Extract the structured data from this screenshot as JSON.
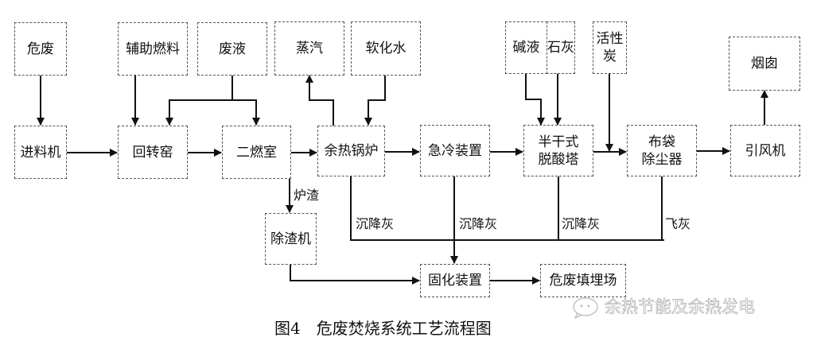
{
  "figure": {
    "caption": "图4　危废焚烧系统工艺流程图",
    "watermark": "余热节能及余热发电",
    "watermark_icon": "wechat-chat-bubble-icon"
  },
  "nodes": {
    "hazardous_waste": "危废",
    "aux_fuel": "辅助燃料",
    "waste_liquid": "废液",
    "steam": "蒸汽",
    "softened_water": "软化水",
    "lye": "碱液",
    "lime": "石灰",
    "activated_carbon": "活性\n炭",
    "chimney": "烟囱",
    "feeder": "进料机",
    "rotary_kiln": "回转窑",
    "secondary_chamber": "二燃室",
    "waste_heat_boiler": "余热锅炉",
    "quench_device": "急冷装置",
    "semi_dry_deacid_tower": "半干式\n脱酸塔",
    "bag_filter": "布袋\n除尘器",
    "induced_draft_fan": "引风机",
    "slag_remover": "除渣机",
    "solidification_device": "固化装置",
    "hazardous_landfill": "危废填埋场"
  },
  "edge_labels": {
    "slag": "炉渣",
    "settled_ash_1": "沉降灰",
    "settled_ash_2": "沉降灰",
    "settled_ash_3": "沉降灰",
    "fly_ash": "飞灰"
  },
  "edges": [
    {
      "from": "危废",
      "to": "进料机"
    },
    {
      "from": "进料机",
      "to": "回转窑"
    },
    {
      "from": "辅助燃料",
      "to": "回转窑"
    },
    {
      "from": "废液",
      "to": "回转窑"
    },
    {
      "from": "废液",
      "to": "二燃室"
    },
    {
      "from": "回转窑",
      "to": "二燃室"
    },
    {
      "from": "二燃室",
      "to": "余热锅炉"
    },
    {
      "from": "二燃室",
      "to": "除渣机",
      "label": "炉渣"
    },
    {
      "from": "余热锅炉",
      "to": "蒸汽"
    },
    {
      "from": "软化水",
      "to": "余热锅炉"
    },
    {
      "from": "余热锅炉",
      "to": "急冷装置"
    },
    {
      "from": "余热锅炉",
      "to": "固化装置",
      "label": "沉降灰"
    },
    {
      "from": "急冷装置",
      "to": "半干式脱酸塔"
    },
    {
      "from": "急冷装置",
      "to": "固化装置",
      "label": "沉降灰"
    },
    {
      "from": "碱液",
      "to": "半干式脱酸塔"
    },
    {
      "from": "石灰",
      "to": "半干式脱酸塔"
    },
    {
      "from": "半干式脱酸塔",
      "to": "布袋除尘器"
    },
    {
      "from": "半干式脱酸塔",
      "to": "固化装置",
      "label": "沉降灰"
    },
    {
      "from": "活性炭",
      "to": "布袋除尘器"
    },
    {
      "from": "布袋除尘器",
      "to": "引风机"
    },
    {
      "from": "布袋除尘器",
      "to": "固化装置",
      "label": "飞灰"
    },
    {
      "from": "引风机",
      "to": "烟囱"
    },
    {
      "from": "除渣机",
      "to": "固化装置"
    },
    {
      "from": "固化装置",
      "to": "危废填埋场"
    }
  ]
}
